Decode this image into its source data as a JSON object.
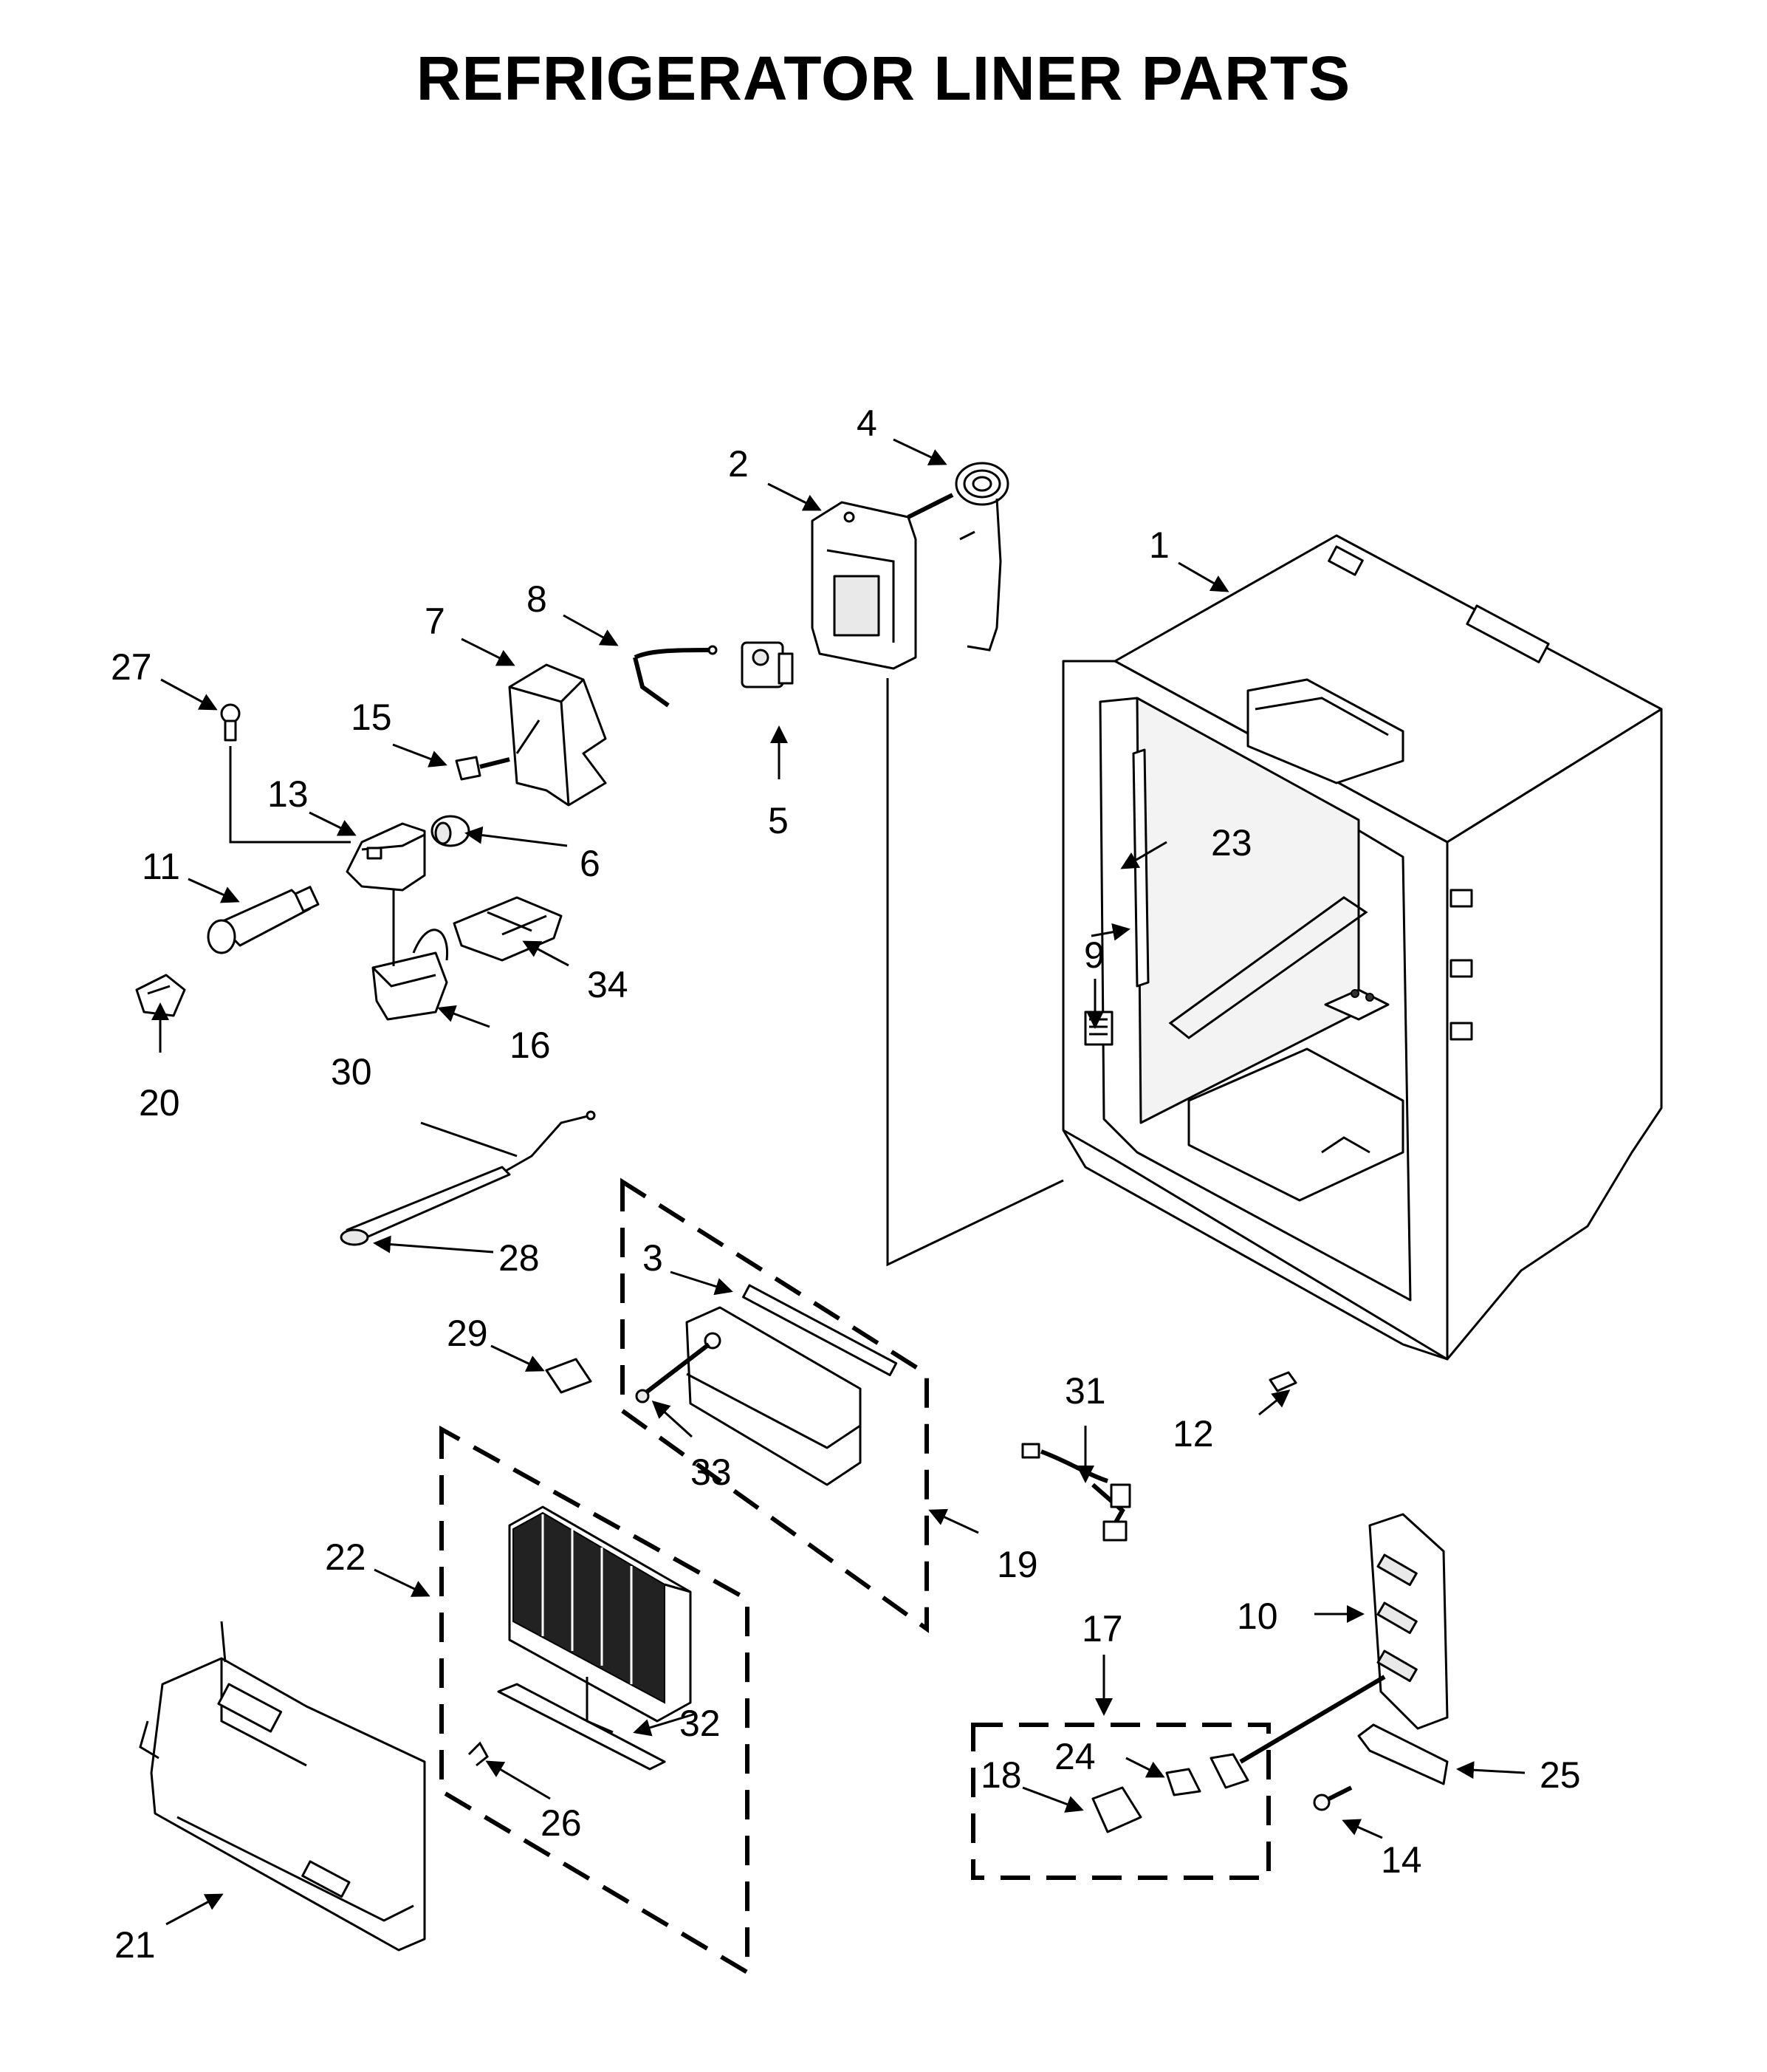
{
  "title": "REFRIGERATOR LINER PARTS",
  "callouts": [
    "1",
    "2",
    "3",
    "4",
    "5",
    "6",
    "7",
    "8",
    "9",
    "10",
    "11",
    "12",
    "13",
    "14",
    "15",
    "16",
    "17",
    "18",
    "19",
    "20",
    "21",
    "22",
    "23",
    "24",
    "25",
    "26",
    "27",
    "28",
    "29",
    "30",
    "31",
    "32",
    "33",
    "34"
  ],
  "colors": {
    "ink": "#000000",
    "paper": "#ffffff",
    "shade": "#e9e9e9"
  }
}
